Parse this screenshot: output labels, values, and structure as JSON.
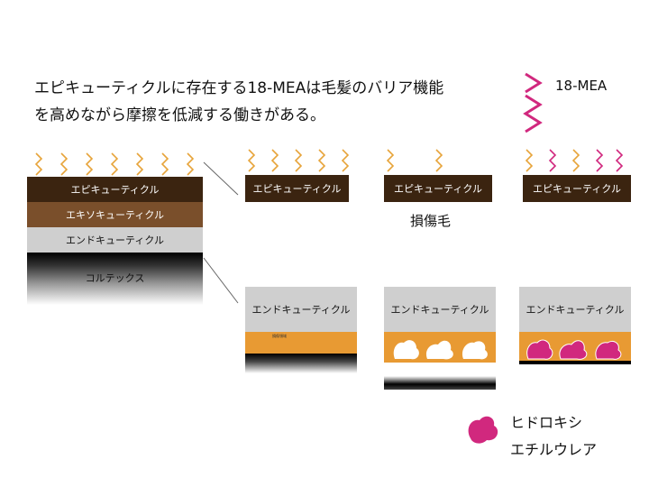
{
  "caption": {
    "line1": "エピキューティクルに存在する18-MEAは毛髪のバリア機能",
    "line2": "を高めながら摩擦を低減する働きがある。"
  },
  "legend": {
    "mea_label": "18-MEA",
    "urea_label_1": "ヒドロキシ",
    "urea_label_2": "エチルウレア"
  },
  "left_stack": {
    "epi": "エピキューティクル",
    "exo": "エキソキューティクル",
    "endo": "エンドキューティクル",
    "cortex": "コルテックス"
  },
  "top_row": {
    "panel1": "エピキューティクル",
    "panel2": "エピキューティクル",
    "panel3": "エピキューティクル",
    "damaged_label": "損傷毛"
  },
  "bottom_row": {
    "panel1": "エンドキューティクル",
    "panel2": "エンドキューティクル",
    "panel3": "エンドキューティクル",
    "tiny_text": "損傷領域"
  },
  "colors": {
    "mea_orange": "#e7a43a",
    "mea_magenta": "#d1287e",
    "epi_brown": "#3b2410",
    "exo_brown": "#7a4f2b",
    "endo_gray": "#cfcfcf",
    "damage_orange": "#e89a33"
  }
}
